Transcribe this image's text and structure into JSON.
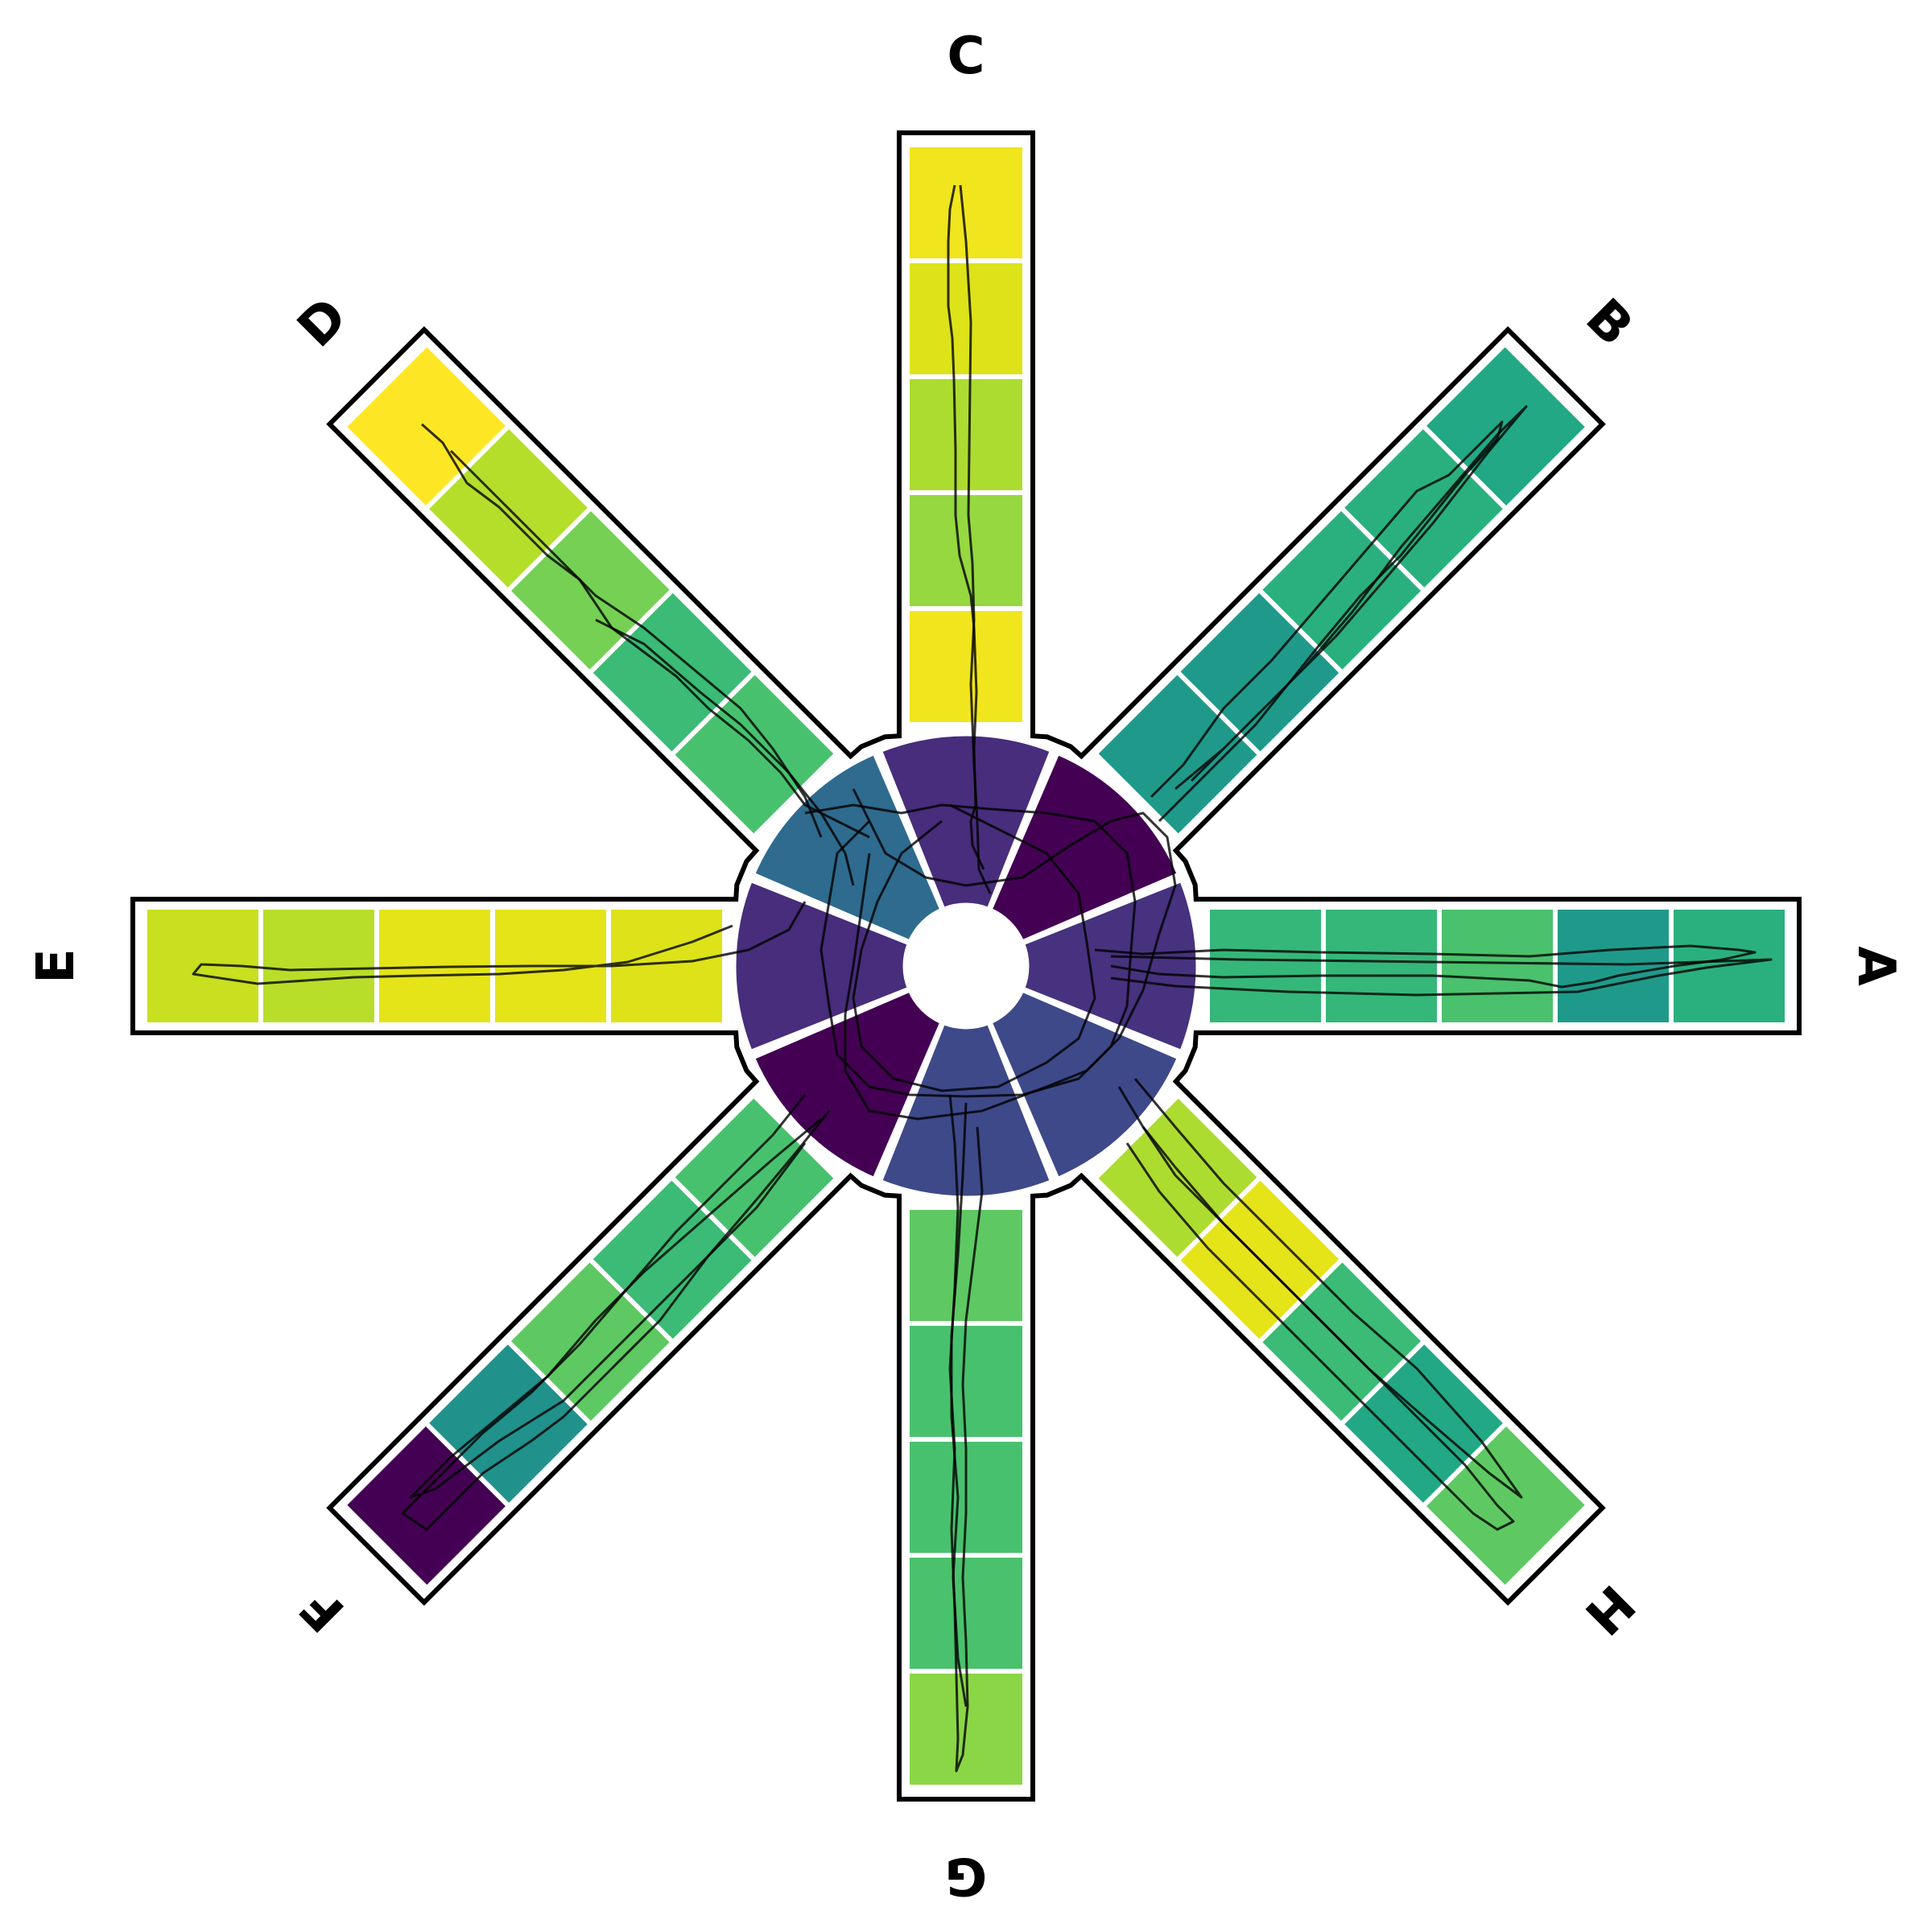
{
  "arms": [
    {
      "label": "A",
      "segment_colors": [
        "#2ab07f",
        "#1f9a8a",
        "#4ac16d",
        "#35b779",
        "#35b779"
      ]
    },
    {
      "label": "B",
      "segment_colors": [
        "#22a884",
        "#2ab07f",
        "#2ab07f",
        "#1f9a8a",
        "#1f9a8a"
      ]
    },
    {
      "label": "C",
      "segment_colors": [
        "#f1e51d",
        "#dde318",
        "#addc30",
        "#95d840",
        "#f1e51d"
      ]
    },
    {
      "label": "D",
      "segment_colors": [
        "#fde725",
        "#b5de2b",
        "#75d054",
        "#3bbb75",
        "#48c16e"
      ]
    },
    {
      "label": "E",
      "segment_colors": [
        "#c8e020",
        "#b8de29",
        "#e5e419",
        "#e5e419",
        "#dde318"
      ]
    },
    {
      "label": "F",
      "segment_colors": [
        "#440154",
        "#21918c",
        "#5ec962",
        "#3bbb75",
        "#48c16e"
      ]
    },
    {
      "label": "G",
      "segment_colors": [
        "#8bd646",
        "#4ac16d",
        "#48c16e",
        "#48c16e",
        "#5ec962"
      ]
    },
    {
      "label": "H",
      "segment_colors": [
        "#5ec962",
        "#22a884",
        "#3bbb75",
        "#e5e419",
        "#addc30"
      ]
    }
  ],
  "hub": {
    "sector_colors": [
      "#46327e",
      "#440154",
      "#472d7b",
      "#2e6b8e",
      "#472d7b",
      "#440154",
      "#3e4989",
      "#3e4989"
    ]
  },
  "trajectory_color": "#000000",
  "outline_color": "#000000",
  "divider_color": "#ffffff"
}
